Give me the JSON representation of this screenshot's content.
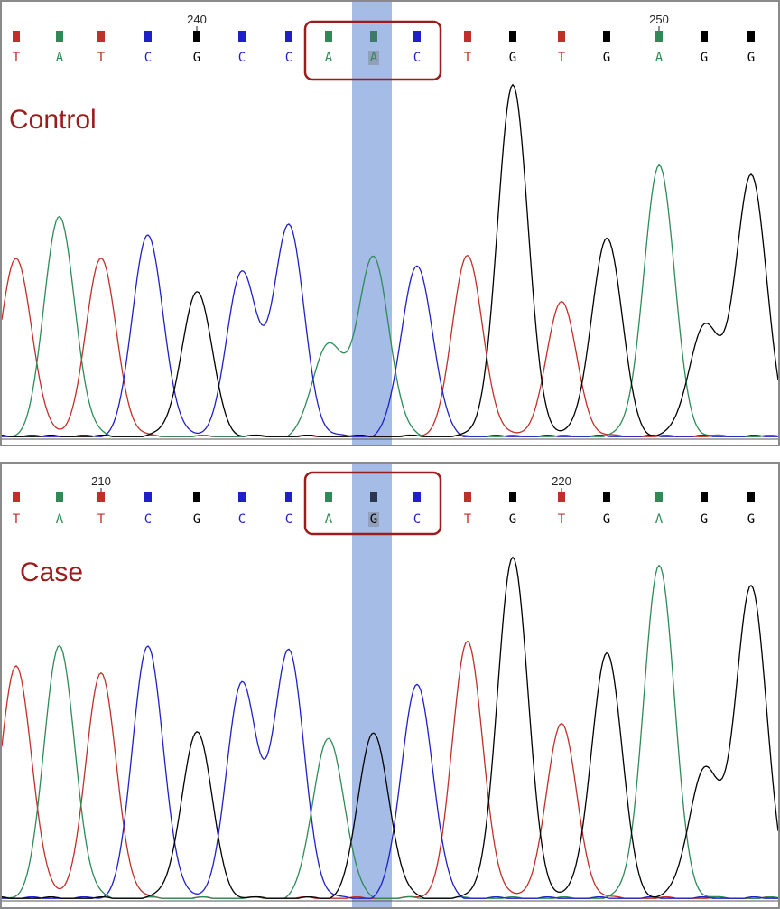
{
  "colors": {
    "A": "#2e8b57",
    "C": "#2020c8",
    "G": "#000000",
    "T": "#c0302a",
    "highlight_band": "#7fa0dc",
    "box": "#9b1c1c",
    "label": "#9b1c1c"
  },
  "chart_data": [
    {
      "type": "line",
      "panel_label": "Control",
      "position_marks": [
        {
          "value": "240",
          "at_base_index": 4
        },
        {
          "value": "250",
          "at_base_index": 14
        }
      ],
      "bases": [
        "T",
        "A",
        "T",
        "C",
        "G",
        "C",
        "C",
        "A",
        "A",
        "C",
        "T",
        "G",
        "T",
        "G",
        "A",
        "G",
        "G"
      ],
      "highlighted_base_index": 8,
      "boxed_base_indices": [
        7,
        8,
        9
      ],
      "peak_heights": [
        0.5,
        0.61,
        0.49,
        0.56,
        0.4,
        0.45,
        0.58,
        0.26,
        0.5,
        0.48,
        0.5,
        0.97,
        0.37,
        0.55,
        0.75,
        0.31,
        0.73
      ],
      "ylim": [
        0,
        1
      ]
    },
    {
      "type": "line",
      "panel_label": "Case",
      "position_marks": [
        {
          "value": "210",
          "at_base_index": 2
        },
        {
          "value": "220",
          "at_base_index": 12
        }
      ],
      "bases": [
        "T",
        "A",
        "T",
        "C",
        "G",
        "C",
        "C",
        "A",
        "G",
        "C",
        "T",
        "G",
        "T",
        "G",
        "A",
        "G",
        "G"
      ],
      "highlighted_base_index": 8,
      "boxed_base_indices": [
        7,
        8,
        9
      ],
      "peak_heights": [
        0.65,
        0.7,
        0.62,
        0.7,
        0.46,
        0.59,
        0.68,
        0.45,
        0.46,
        0.6,
        0.71,
        0.94,
        0.48,
        0.68,
        0.92,
        0.36,
        0.87
      ],
      "ylim": [
        0,
        1
      ]
    }
  ]
}
